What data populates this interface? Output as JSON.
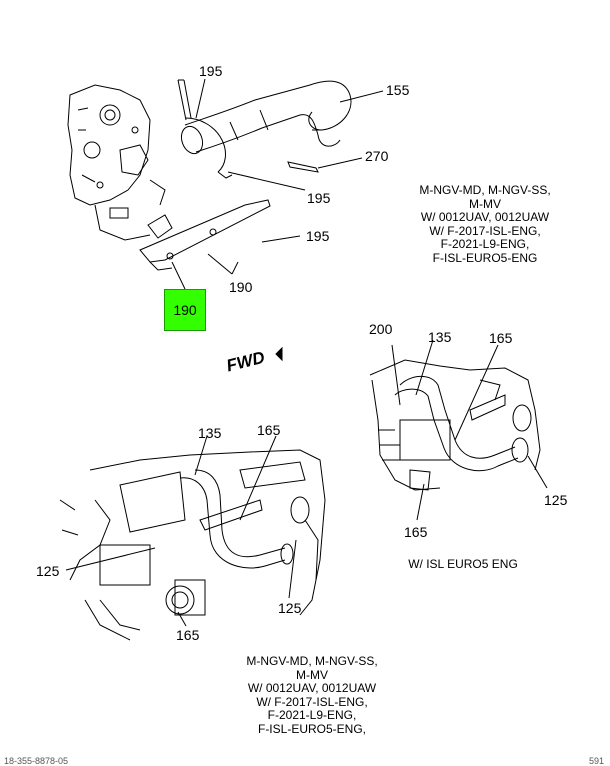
{
  "callouts": {
    "c195_top": "195",
    "c155": "155",
    "c270": "270",
    "c195_mid": "195",
    "c195_low": "195",
    "c190_low": "190",
    "c190_box": "190",
    "c200": "200",
    "c135_right": "135",
    "c165_right_top": "165",
    "c125_right": "125",
    "c165_right_bottom": "165",
    "c135_left": "135",
    "c165_left_top": "165",
    "c125_left": "125",
    "c125_left_mid": "125",
    "c165_left_bottom": "165"
  },
  "notes": {
    "top_right": [
      "M-NGV-MD, M-NGV-SS,",
      "M-MV",
      "W/ 0012UAV, 0012UAW",
      "W/ F-2017-ISL-ENG,",
      "F-2021-L9-ENG,",
      "F-ISL-EURO5-ENG"
    ],
    "right_detail": "W/ ISL EURO5 ENG",
    "bottom": [
      "M-NGV-MD, M-NGV-SS,",
      "M-MV",
      "W/ 0012UAV, 0012UAW",
      "W/ F-2017-ISL-ENG,",
      "F-2021-L9-ENG,",
      "F-ISL-EURO5-ENG,"
    ]
  },
  "direction_label": "FWD",
  "footer": {
    "left": "18-355-8878-05",
    "right": "591"
  },
  "colors": {
    "highlight": "#33ff00",
    "lines": "#000000"
  }
}
